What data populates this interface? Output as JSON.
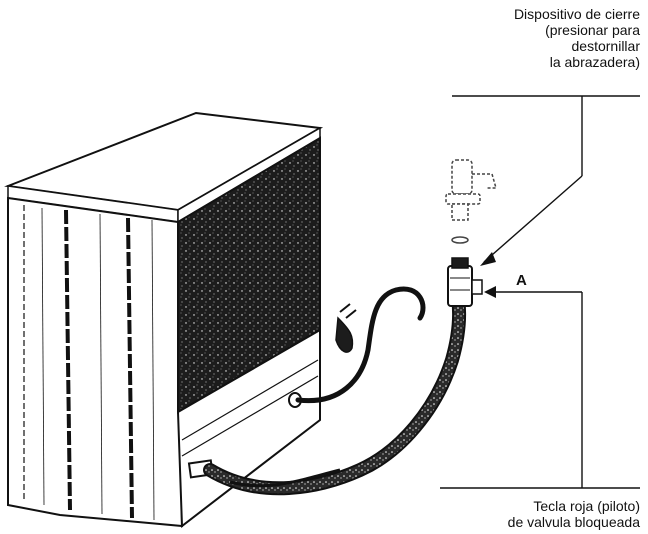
{
  "labels": {
    "top_callout": {
      "lines": [
        "Dispositivo de cierre",
        "(presionar para",
        "destornillar",
        "la abrazadera)"
      ]
    },
    "bottom_callout": {
      "lines": [
        "Tecla roja (piloto)",
        "de valvula bloqueada"
      ]
    },
    "marker": "A"
  },
  "colors": {
    "ink": "#111111",
    "background": "#ffffff",
    "panel_fill": "#1c1c1c"
  }
}
